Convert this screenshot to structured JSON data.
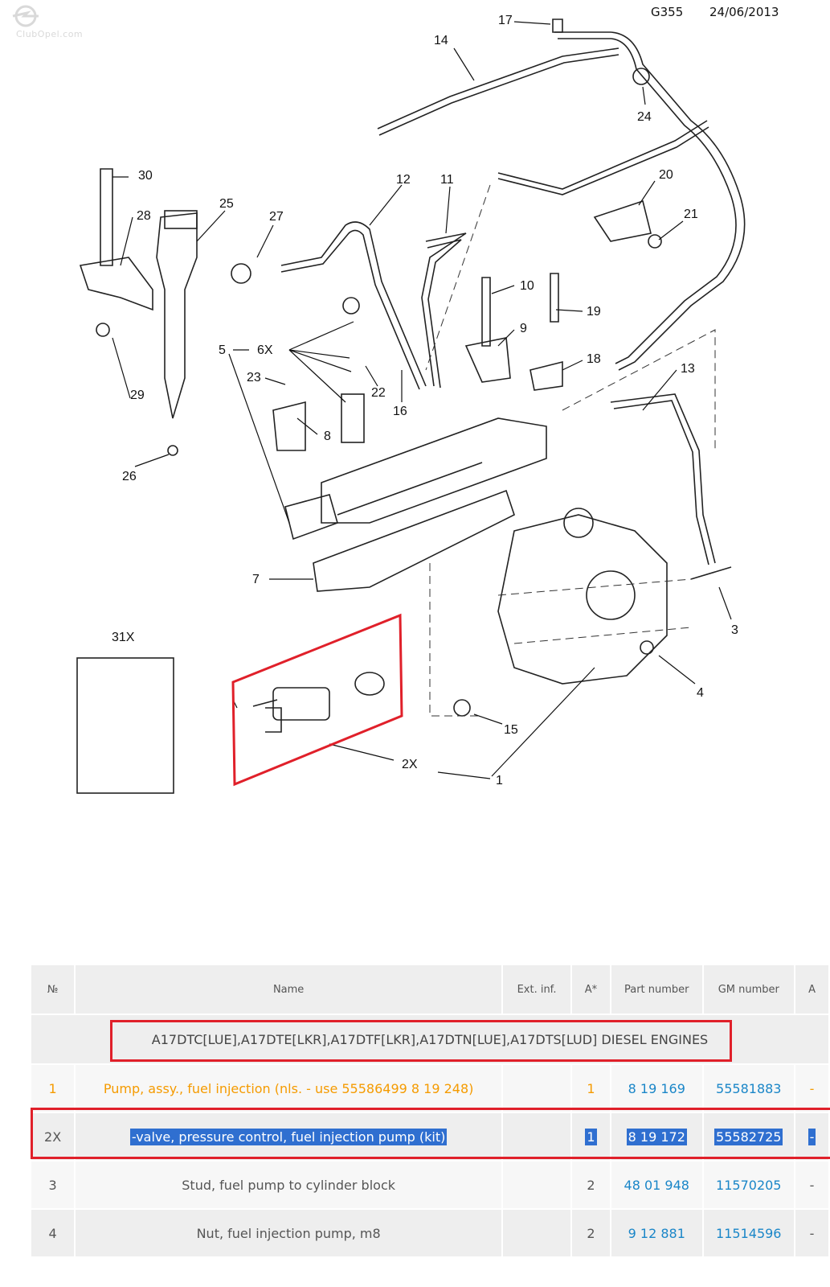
{
  "header": {
    "code": "G355",
    "date": "24/06/2013"
  },
  "watermark": {
    "text": "ClubOpel.com"
  },
  "callouts": {
    "c1": "1",
    "c2x": "2X",
    "c3": "3",
    "c4": "4",
    "c5": "5",
    "c6x": "6X",
    "c7": "7",
    "c8": "8",
    "c9": "9",
    "c10": "10",
    "c11": "11",
    "c12": "12",
    "c13": "13",
    "c14": "14",
    "c15": "15",
    "c16": "16",
    "c17": "17",
    "c18": "18",
    "c19": "19",
    "c20": "20",
    "c21": "21",
    "c22": "22",
    "c23": "23",
    "c24": "24",
    "c25": "25",
    "c26": "26",
    "c27": "27",
    "c28": "28",
    "c29": "29",
    "c30": "30",
    "c31x": "31X"
  },
  "table": {
    "headers": [
      "№",
      "Name",
      "Ext. inf.",
      "A*",
      "Part number",
      "GM number",
      "A"
    ],
    "group_title": "A17DTC[LUE],A17DTE[LKR],A17DTF[LKR],A17DTN[LUE],A17DTS[LUD] DIESEL ENGINES",
    "rows": [
      {
        "no": "1",
        "name": "Pump, assy., fuel injection (nls. - use 55586499 8 19 248)",
        "ext": "",
        "qty": "1",
        "part": "8 19 169",
        "gm": "55581883",
        "a": "-"
      },
      {
        "no": "2X",
        "name": "-valve, pressure control, fuel injection pump (kit)",
        "ext": "",
        "qty": "1",
        "part": "8 19 172",
        "gm": "55582725",
        "a": "-"
      },
      {
        "no": "3",
        "name": "Stud, fuel pump to cylinder block",
        "ext": "",
        "qty": "2",
        "part": "48 01 948",
        "gm": "11570205",
        "a": "-"
      },
      {
        "no": "4",
        "name": "Nut, fuel injection pump, m8",
        "ext": "",
        "qty": "2",
        "part": "9 12 881",
        "gm": "11514596",
        "a": "-"
      }
    ]
  },
  "colors": {
    "highlight_red": "#e0202a",
    "link_blue": "#1a86c8",
    "selection_blue": "#2f6fd0",
    "orange": "#f59b00"
  }
}
